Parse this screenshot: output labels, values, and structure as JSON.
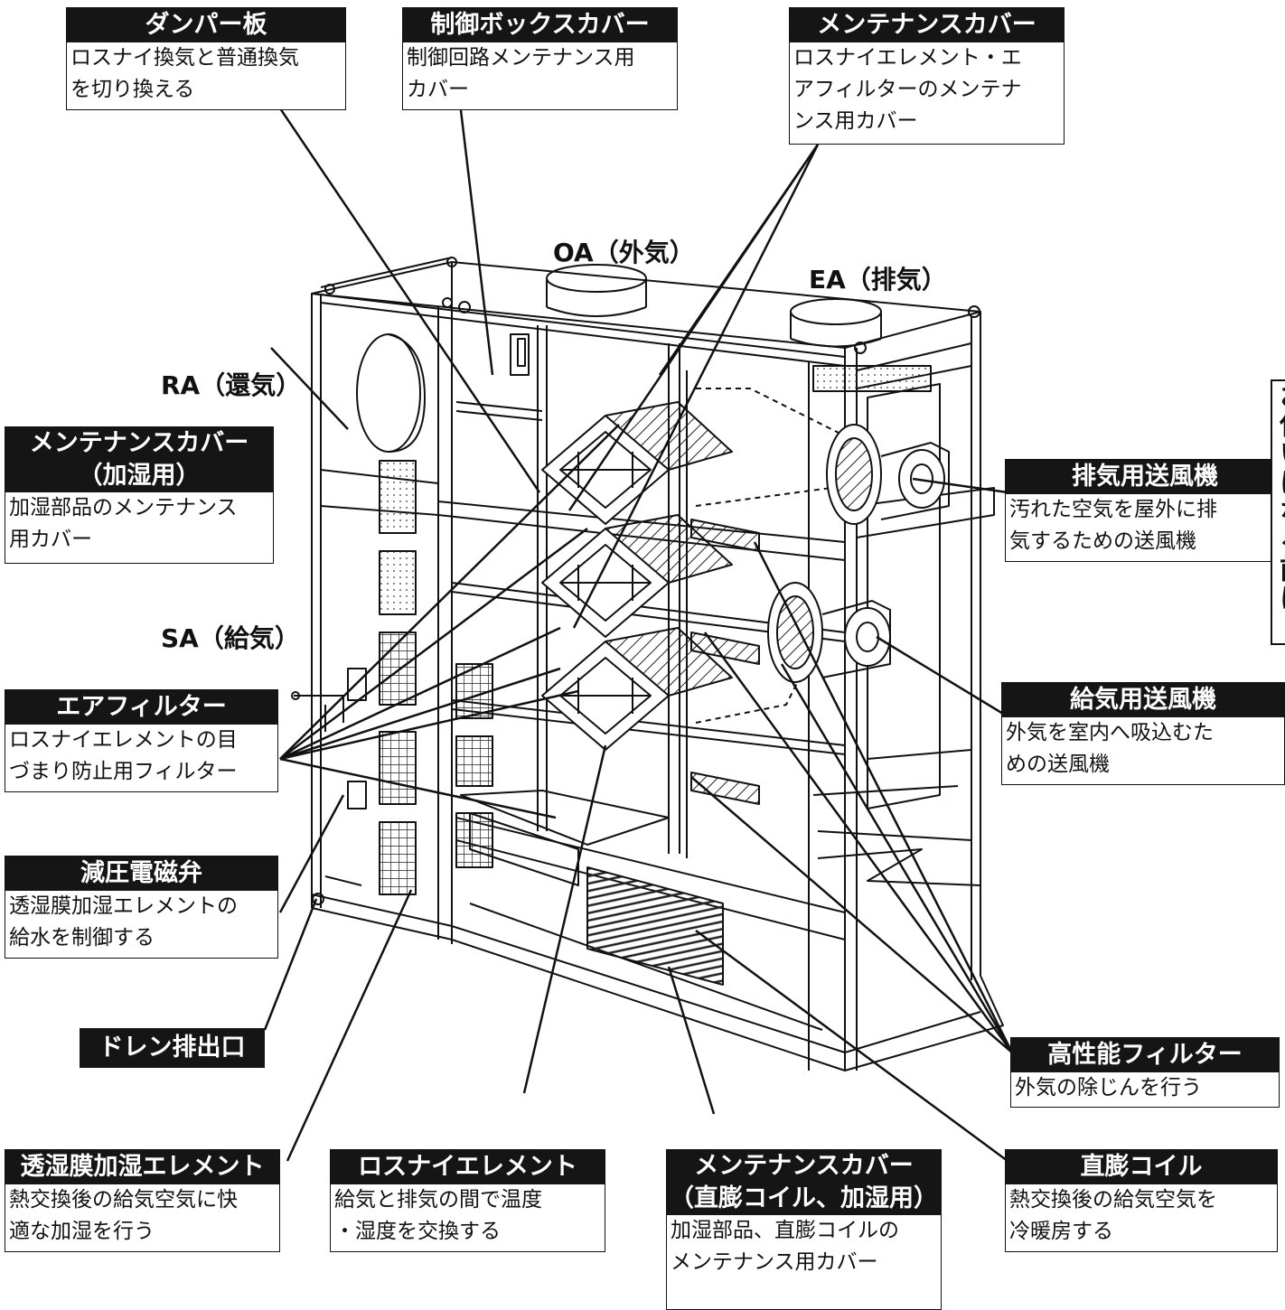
{
  "ports": {
    "oa": "OA（外気）",
    "ea": "EA（排気）",
    "ra": "RA（還気）",
    "sa": "SA（給気）"
  },
  "callouts": {
    "damper": {
      "title": "ダンパー板",
      "desc": "ロスナイ換気と普通換気\nを切り換える"
    },
    "control_box": {
      "title": "制御ボックスカバー",
      "desc": "制御回路メンテナンス用\nカバー"
    },
    "maintenance_top": {
      "title": "メンテナンスカバー",
      "desc": "ロスナイエレメント・エ\nアフィルターのメンテナ\nンス用カバー"
    },
    "maintenance_humid": {
      "title": "メンテナンスカバー\n（加湿用）",
      "desc": "加湿部品のメンテナンス\n用カバー"
    },
    "exhaust_fan": {
      "title": "排気用送風機",
      "desc": "汚れた空気を屋外に排\n気するための送風機"
    },
    "supply_fan": {
      "title": "給気用送風機",
      "desc": "外気を室内へ吸込むた\nめの送風機"
    },
    "air_filter": {
      "title": "エアフィルター",
      "desc": "ロスナイエレメントの目\nづまり防止用フィルター"
    },
    "valve": {
      "title": "減圧電磁弁",
      "desc": "透湿膜加湿エレメントの\n給水を制御する"
    },
    "drain": {
      "title": "ドレン排出口"
    },
    "hepa": {
      "title": "高性能フィルター",
      "desc": "外気の除じんを行う"
    },
    "membrane": {
      "title": "透湿膜加湿エレメント",
      "desc": "熱交換後の給気空気に快\n適な加湿を行う"
    },
    "lossnay": {
      "title": "ロスナイエレメント",
      "desc": "給気と排気の間で温度\n・湿度を交換する"
    },
    "maintenance_coil": {
      "title": "メンテナンスカバー\n（直膨コイル、加湿用）",
      "desc": "加湿部品、直膨コイルの\nメンテナンス用カバー"
    },
    "coil": {
      "title": "直膨コイル",
      "desc": "熱交換後の給気空気を\n冷暖房する"
    }
  },
  "side_tab": "お使いになる前に"
}
